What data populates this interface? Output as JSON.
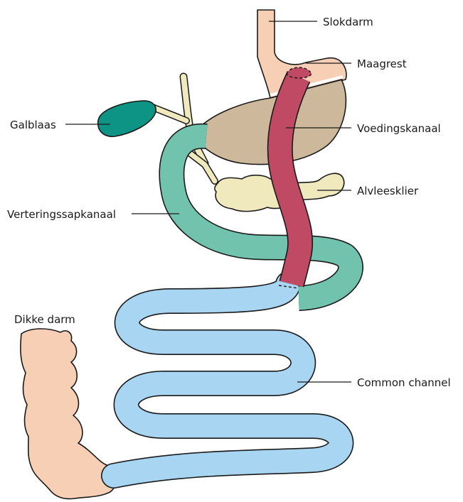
{
  "labels": {
    "slokdarm": "Slokdarm",
    "maagrest": "Maagrest",
    "galblaas": "Galblaas",
    "voedingskanaal": "Voedingskanaal",
    "alvleesklier": "Alvleesklier",
    "verteringssapkanaal": "Verteringssapkanaal",
    "dikke_darm": "Dikke darm",
    "common_channel": "Common channel"
  },
  "colors": {
    "esophagus": "#f6cfb5",
    "stomach": "#cdb89c",
    "gallbladder": "#0e9484",
    "bile_duct": "#efe9bd",
    "pancreas": "#efe9bd",
    "biliopancreatic_limb": "#72c3ae",
    "alimentary_limb": "#c04a63",
    "common_channel": "#a8d5f1",
    "colon": "#f6cfb5",
    "outline": "#1a1a1a"
  }
}
